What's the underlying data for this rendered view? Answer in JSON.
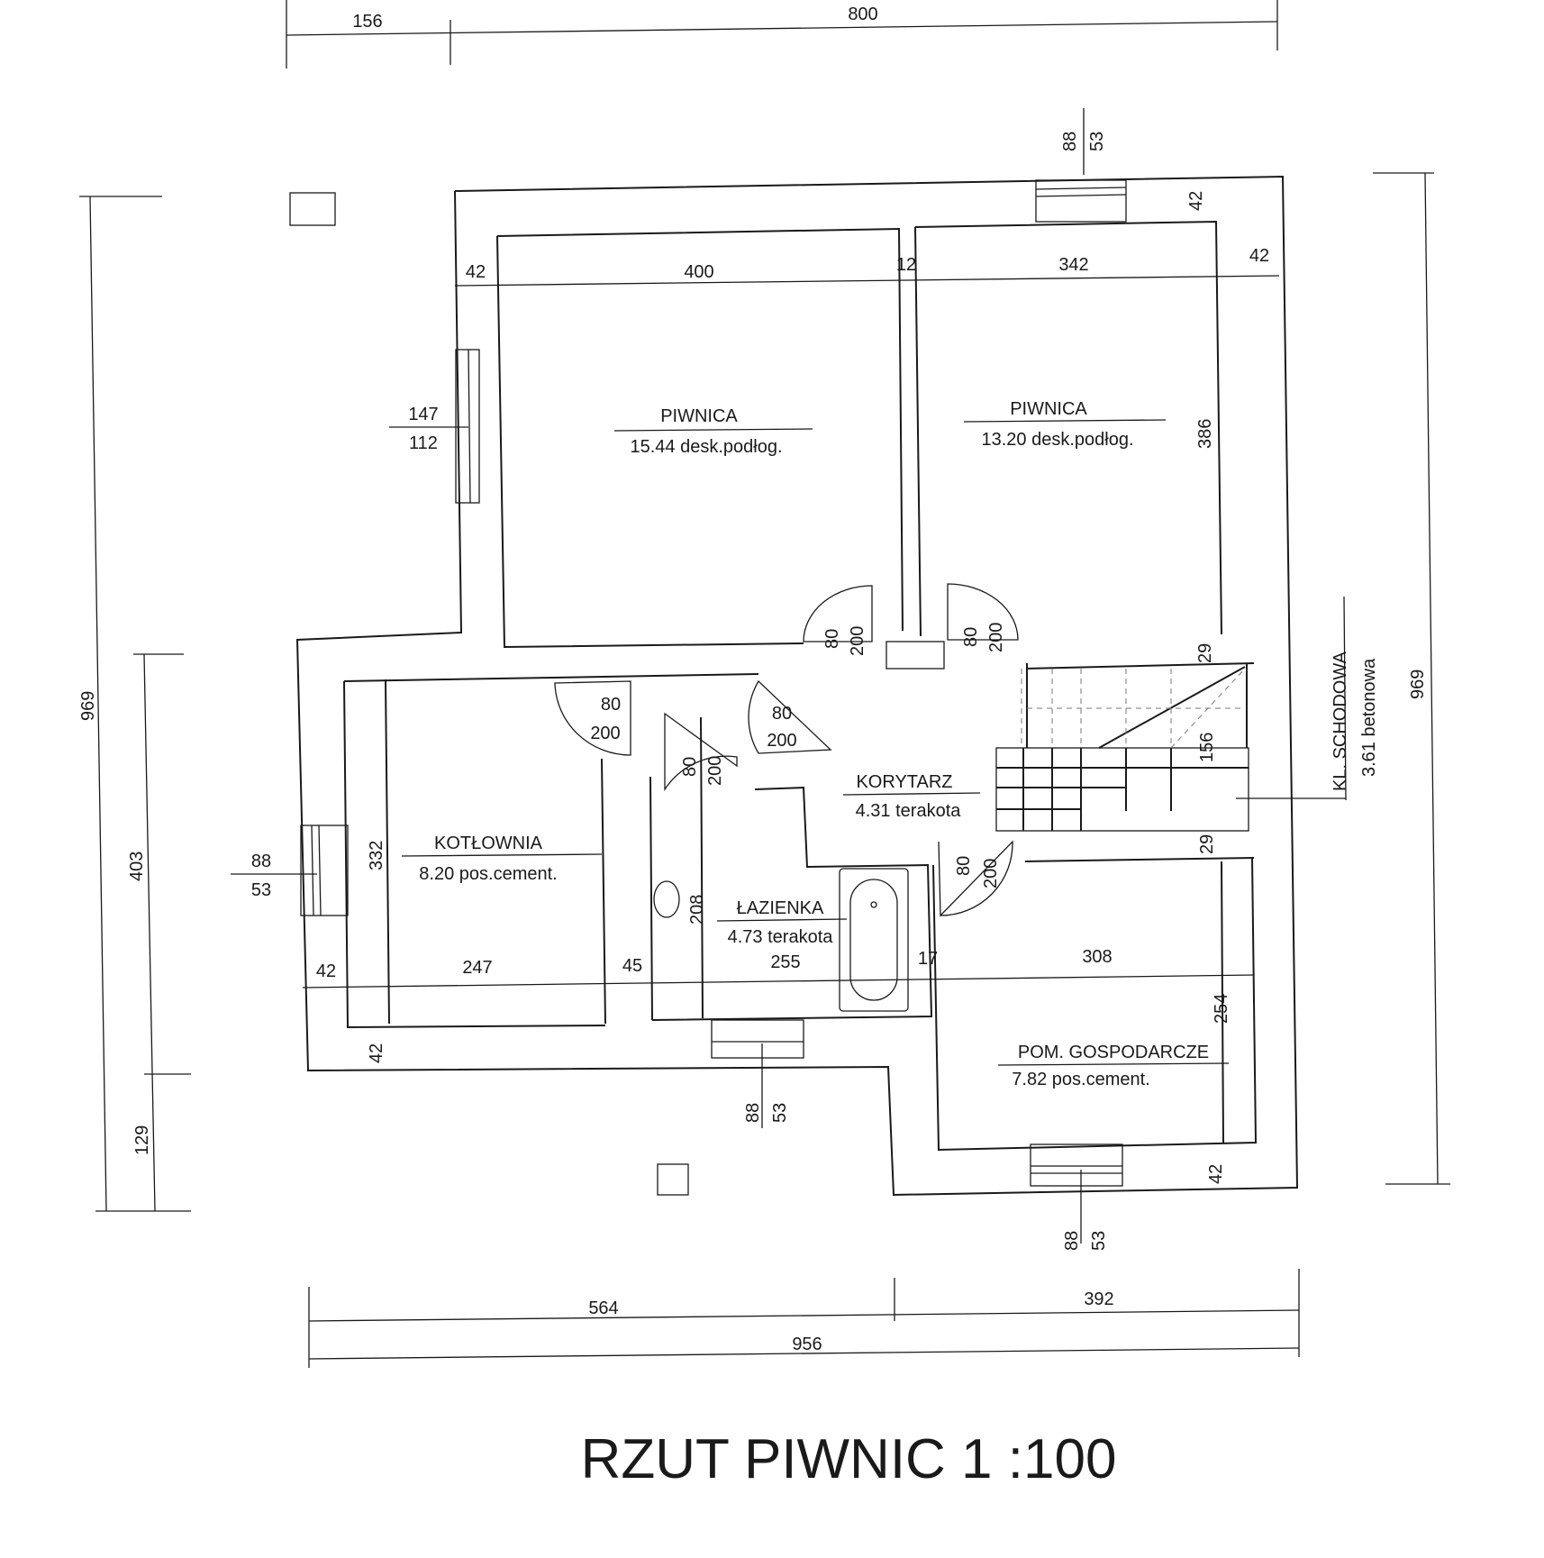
{
  "title": "RZUT PIWNIC 1 :100",
  "rooms": {
    "piwnica_left": {
      "name": "PIWNICA",
      "area": "15.44 desk.podłog."
    },
    "piwnica_right": {
      "name": "PIWNICA",
      "area": "13.20 desk.podłog."
    },
    "korytarz": {
      "name": "KORYTARZ",
      "area": "4.31 terakota"
    },
    "kotlownia": {
      "name": "KOTŁOWNIA",
      "area": "8.20 pos.cement."
    },
    "lazienka": {
      "name": "ŁAZIENKA",
      "area": "4.73 terakota"
    },
    "gospodarcze": {
      "name": "POM. GOSPODARCZE",
      "area": "7.82 pos.cement."
    },
    "klatka": {
      "name": "KL. SCHODOWA",
      "area": "3.61 betonowa"
    }
  },
  "dimensions": {
    "top_156": "156",
    "top_800": "800",
    "win_top_a": "88",
    "win_top_b": "53",
    "right_wall_top": "42",
    "right_wall_side": "42",
    "row1_42": "42",
    "row1_400": "400",
    "row1_12": "12",
    "row1_342": "342",
    "v386": "386",
    "win_left_a": "147",
    "win_left_b": "112",
    "left_969": "969",
    "left_403": "403",
    "left_129": "129",
    "right_969": "969",
    "d1_a": "80",
    "d1_b": "200",
    "d2_a": "80",
    "d2_b": "200",
    "d3_a": "80",
    "d3_b": "200",
    "d4_a": "80",
    "d4_b": "200",
    "d5_a": "80",
    "d5_b": "200",
    "d6_a": "80",
    "d6_b": "200",
    "v29_top": "29",
    "v156": "156",
    "v29_bot": "29",
    "v332": "332",
    "v208": "208",
    "win_kot_a": "88",
    "win_kot_b": "53",
    "row2_42": "42",
    "row2_247": "247",
    "row2_45": "45",
    "row2_255": "255",
    "row2_17": "17",
    "row2_308": "308",
    "v254": "254",
    "v42_left": "42",
    "v42_right": "42",
    "win_laz_a": "88",
    "win_laz_b": "53",
    "win_gos_a": "88",
    "win_gos_b": "53",
    "bot_564": "564",
    "bot_392": "392",
    "bot_956": "956"
  }
}
